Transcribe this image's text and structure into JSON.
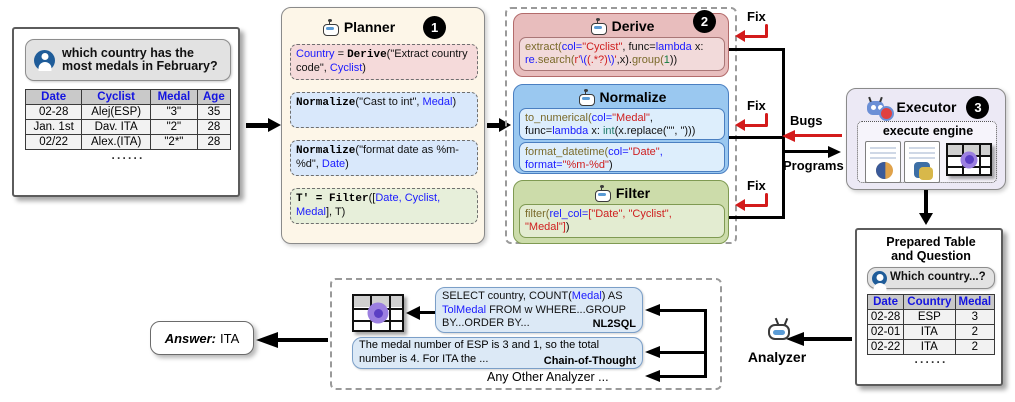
{
  "input_panel": {
    "question": "which country has the most medals in February?",
    "table": {
      "headers": [
        "Date",
        "Cyclist",
        "Medal",
        "Age"
      ],
      "rows": [
        [
          "02-28",
          "Alej(ESP)",
          "\"3\"",
          "35"
        ],
        [
          "Jan. 1st",
          "Dav. ITA",
          "\"2\"",
          "28"
        ],
        [
          "02/22",
          "Alex.(ITA)",
          "\"2*\"",
          "28"
        ]
      ],
      "ellipsis": "······"
    }
  },
  "planner": {
    "title": "Planner",
    "badge": "1",
    "icon": "robot-icon",
    "steps": [
      {
        "name": "derive-step",
        "style": "pink",
        "tokens": [
          {
            "t": "Country ",
            "c": "blue"
          },
          {
            "t": "= ",
            "c": "black"
          },
          {
            "t": "Derive",
            "c": "mono"
          },
          {
            "t": "(\"Extract country code\", ",
            "c": "black"
          },
          {
            "t": "Cyclist",
            "c": "blue"
          },
          {
            "t": ")",
            "c": "black"
          }
        ]
      },
      {
        "name": "normalize-medal-step",
        "style": "blue",
        "tokens": [
          {
            "t": "Normalize",
            "c": "mono"
          },
          {
            "t": "(\"Cast to int\", ",
            "c": "black"
          },
          {
            "t": "Medal",
            "c": "blue"
          },
          {
            "t": ")",
            "c": "black"
          }
        ]
      },
      {
        "name": "normalize-date-step",
        "style": "blue",
        "tokens": [
          {
            "t": "Normalize",
            "c": "mono"
          },
          {
            "t": "(\"format date as %m-%d\", ",
            "c": "black"
          },
          {
            "t": "Date",
            "c": "blue"
          },
          {
            "t": ")",
            "c": "black"
          }
        ]
      },
      {
        "name": "filter-step",
        "style": "green",
        "tokens": [
          {
            "t": "T' = Filter",
            "c": "mono"
          },
          {
            "t": "([",
            "c": "black"
          },
          {
            "t": "Date, Cyclist, Medal",
            "c": "blue"
          },
          {
            "t": "], T)",
            "c": "black"
          }
        ]
      }
    ]
  },
  "operators": {
    "badge": "2",
    "fix_label": "Fix",
    "groups": [
      {
        "name": "derive",
        "title": "Derive",
        "color": "#e8bdbd",
        "border": "#b36b6b",
        "code_bg": "#f2dada",
        "blocks": [
          {
            "name": "extract-code",
            "tokens": [
              {
                "t": "extract(",
                "c": "olive"
              },
              {
                "t": "col=",
                "c": "blue"
              },
              {
                "t": "\"Cyclist\"",
                "c": "red"
              },
              {
                "t": ", func=",
                "c": "blk"
              },
              {
                "t": "lambda",
                "c": "blue"
              },
              {
                "t": " x:",
                "c": "blk"
              },
              {
                "t": "\nre.",
                "c": "blue"
              },
              {
                "t": "search(",
                "c": "olive"
              },
              {
                "t": "r'",
                "c": "red"
              },
              {
                "t": "\\(",
                "c": "blue"
              },
              {
                "t": "(.*?)",
                "c": "red"
              },
              {
                "t": "\\)",
                "c": "blue"
              },
              {
                "t": "'",
                "c": "red"
              },
              {
                "t": ",x).",
                "c": "blk"
              },
              {
                "t": "group(",
                "c": "olive"
              },
              {
                "t": "1",
                "c": "grn"
              },
              {
                "t": "))",
                "c": "blk"
              }
            ]
          }
        ]
      },
      {
        "name": "normalize",
        "title": "Normalize",
        "color": "#9ac8f0",
        "border": "#4a7fc1",
        "code_bg": "#ddeefc",
        "blocks": [
          {
            "name": "to-numerical-code",
            "tokens": [
              {
                "t": "to_numerical(",
                "c": "olive"
              },
              {
                "t": "col=",
                "c": "blue"
              },
              {
                "t": "\"Medal\"",
                "c": "red"
              },
              {
                "t": ",\nfunc=",
                "c": "blk"
              },
              {
                "t": "lambda",
                "c": "blue"
              },
              {
                "t": " x: ",
                "c": "blk"
              },
              {
                "t": "int",
                "c": "teal"
              },
              {
                "t": "(x.replace(\"\", \"))",
                "c": "blk"
              },
              {
                "t": ")",
                "c": "blk"
              }
            ]
          },
          {
            "name": "format-datetime-code",
            "tokens": [
              {
                "t": "format_datetime(",
                "c": "olive"
              },
              {
                "t": "col=",
                "c": "blue"
              },
              {
                "t": "\"Date\"",
                "c": "red"
              },
              {
                "t": ",\nformat=",
                "c": "blue"
              },
              {
                "t": "\"%m-%d\"",
                "c": "red"
              },
              {
                "t": ")",
                "c": "blk"
              }
            ]
          }
        ]
      },
      {
        "name": "filter",
        "title": "Filter",
        "color": "#ccdcaa",
        "border": "#7f9a52",
        "code_bg": "#e3ecd1",
        "blocks": [
          {
            "name": "filter-code",
            "tokens": [
              {
                "t": "filter(",
                "c": "olive"
              },
              {
                "t": "rel_col=",
                "c": "blue"
              },
              {
                "t": "[\"Date\", \"Cyclist\",\n\"Medal\"]",
                "c": "red"
              },
              {
                "t": ")",
                "c": "blk"
              }
            ]
          }
        ]
      }
    ]
  },
  "bridge": {
    "bugs_label": "Bugs",
    "programs_label": "Programs"
  },
  "executor": {
    "title": "Executor",
    "badge": "3",
    "engine_label": "execute engine",
    "icons": [
      "pandas-doc-icon",
      "python-doc-icon",
      "table-result-icon"
    ]
  },
  "prepared": {
    "title_line1": "Prepared Table",
    "title_line2": "and Question",
    "question": "Which country...?",
    "table": {
      "headers": [
        "Date",
        "Country",
        "Medal"
      ],
      "rows": [
        [
          "02-28",
          "ESP",
          "3"
        ],
        [
          "02-01",
          "ITA",
          "2"
        ],
        [
          "02-22",
          "ITA",
          "2"
        ]
      ],
      "ellipsis": "······"
    }
  },
  "analyzer": {
    "title": "Analyzer",
    "icon": "robot-icon",
    "nl2sql": {
      "label": "NL2SQL",
      "tokens": [
        {
          "t": "SELECT country, COUNT(",
          "c": "blk"
        },
        {
          "t": "Medal",
          "c": "blue"
        },
        {
          "t": ") AS\n",
          "c": "blk"
        },
        {
          "t": "TolMedal",
          "c": "blue"
        },
        {
          "t": " FROM w WHERE...GROUP\nBY...ORDER BY...",
          "c": "blk"
        }
      ]
    },
    "cot": {
      "label": "Chain-of-Thought",
      "text": "The medal number of ESP is 3 and 1, so the total number is 4. For ITA the ..."
    },
    "other": "Any Other Analyzer ..."
  },
  "answer": {
    "prefix": "Answer:",
    "value": "ITA"
  }
}
